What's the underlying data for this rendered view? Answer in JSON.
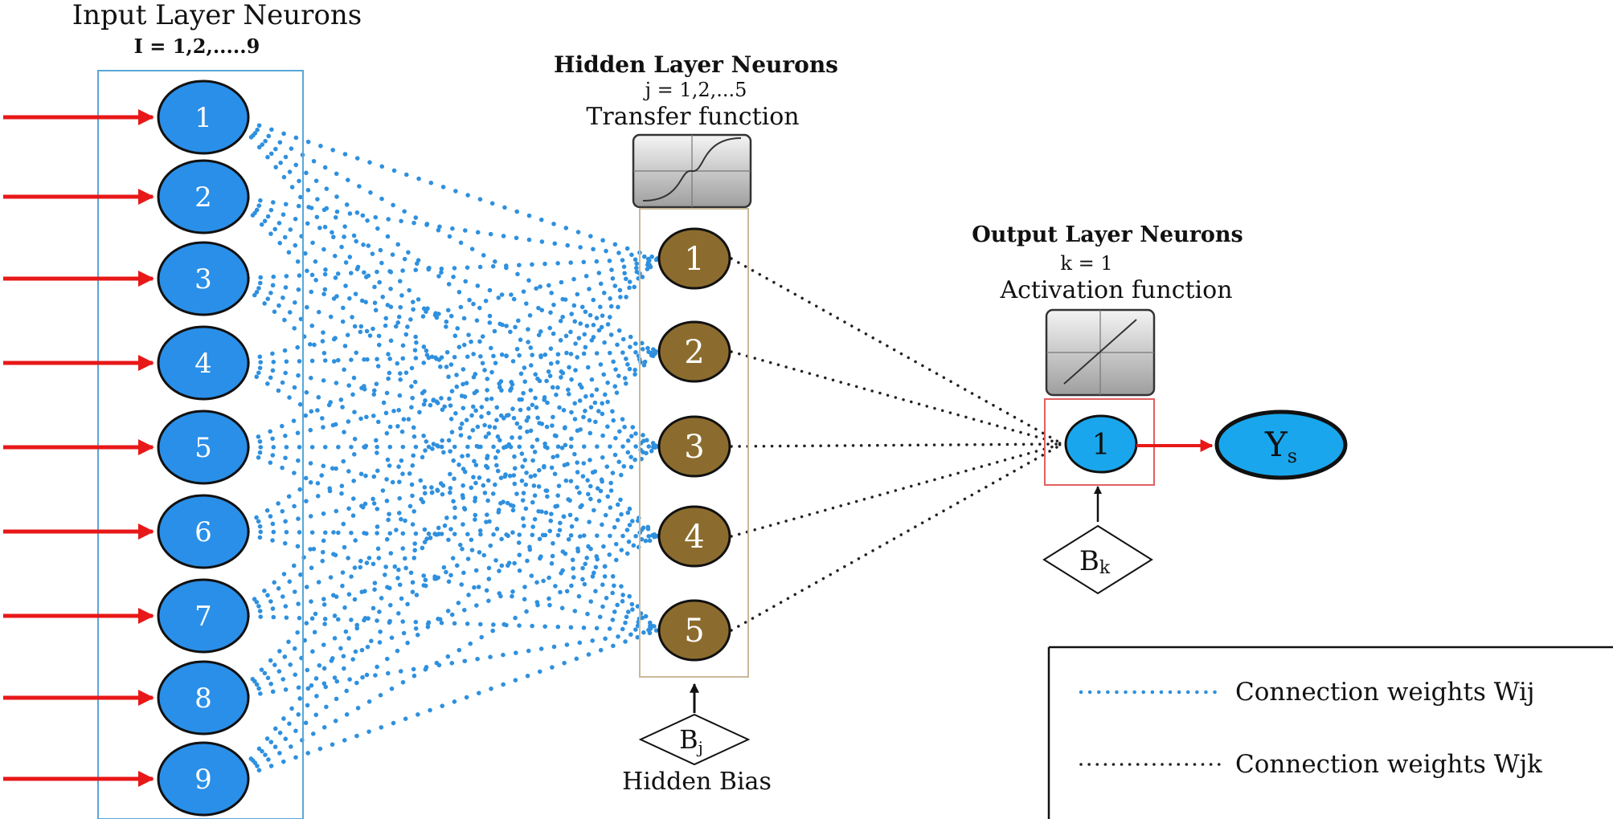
{
  "input_layer": {
    "title": "Input Layer Neurons",
    "index_label": "I = 1,2,.....9",
    "neurons": [
      "1",
      "2",
      "3",
      "4",
      "5",
      "6",
      "7",
      "8",
      "9"
    ]
  },
  "hidden_layer": {
    "title": "Hidden Layer Neurons",
    "index_label": "j = 1,2,...5",
    "function_label": "Transfer function",
    "neurons": [
      "1",
      "2",
      "3",
      "4",
      "5"
    ],
    "bias_symbol": "B",
    "bias_subscript": "j",
    "bias_caption": "Hidden Bias"
  },
  "output_layer": {
    "title": "Output Layer Neurons",
    "index_label": "k = 1",
    "function_label": "Activation function",
    "neuron": "1",
    "bias_symbol": "B",
    "bias_subscript": "k",
    "output_symbol": "Y",
    "output_subscript": "s"
  },
  "legend": {
    "items": [
      {
        "label": "Connection weights Wij"
      },
      {
        "label": "Connection weights Wjk"
      }
    ]
  },
  "colors": {
    "input_neuron": "#2a8fe8",
    "hidden_neuron": "#8c6c2e",
    "output_neuron": "#19a6ec",
    "wij_connection": "#2f90de",
    "wjk_connection": "#222222",
    "input_arrow": "#e81818",
    "output_arrow": "#e81818",
    "input_box": "#5aa7d6",
    "hidden_box": "#c9b99a",
    "output_box": "#e06060"
  }
}
